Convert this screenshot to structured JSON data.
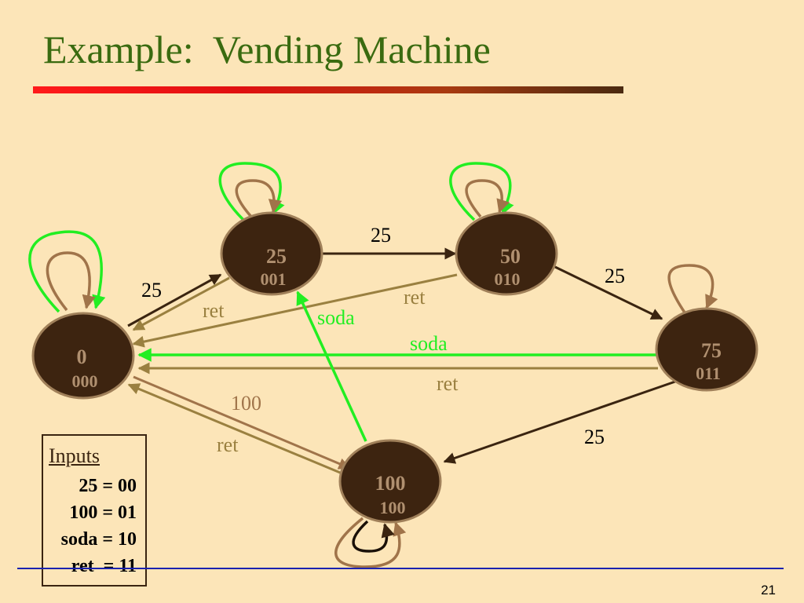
{
  "slide": {
    "title": "Example:  Vending Machine",
    "page_number": "21"
  },
  "colors": {
    "background": "#FCE5B8",
    "title": "#3A6B10",
    "state_fill": "#3D2410",
    "state_border": "#A0805A",
    "dark_arrow": "#3A2410",
    "ret_arrow": "#9A8040",
    "loop_brown": "#A0744A",
    "soda_green": "#22EE22"
  },
  "states": [
    {
      "id": "s0",
      "name": "0",
      "code": "000"
    },
    {
      "id": "s25",
      "name": "25",
      "code": "001"
    },
    {
      "id": "s50",
      "name": "50",
      "code": "010"
    },
    {
      "id": "s75",
      "name": "75",
      "code": "011"
    },
    {
      "id": "s100",
      "name": "100",
      "code": "100"
    }
  ],
  "labels": {
    "a_0_25": "25",
    "a_25_50": "25",
    "a_50_75": "25",
    "a_75_100": "25",
    "a_0_100": "100",
    "ret_25": "ret",
    "ret_50": "ret",
    "ret_75": "ret",
    "ret_100": "ret",
    "soda_75": "soda",
    "soda_100": "soda"
  },
  "inputs": {
    "title": "Inputs",
    "lines": [
      "25 = 00",
      "100 = 01",
      "soda = 10",
      "ret  = 11"
    ]
  }
}
